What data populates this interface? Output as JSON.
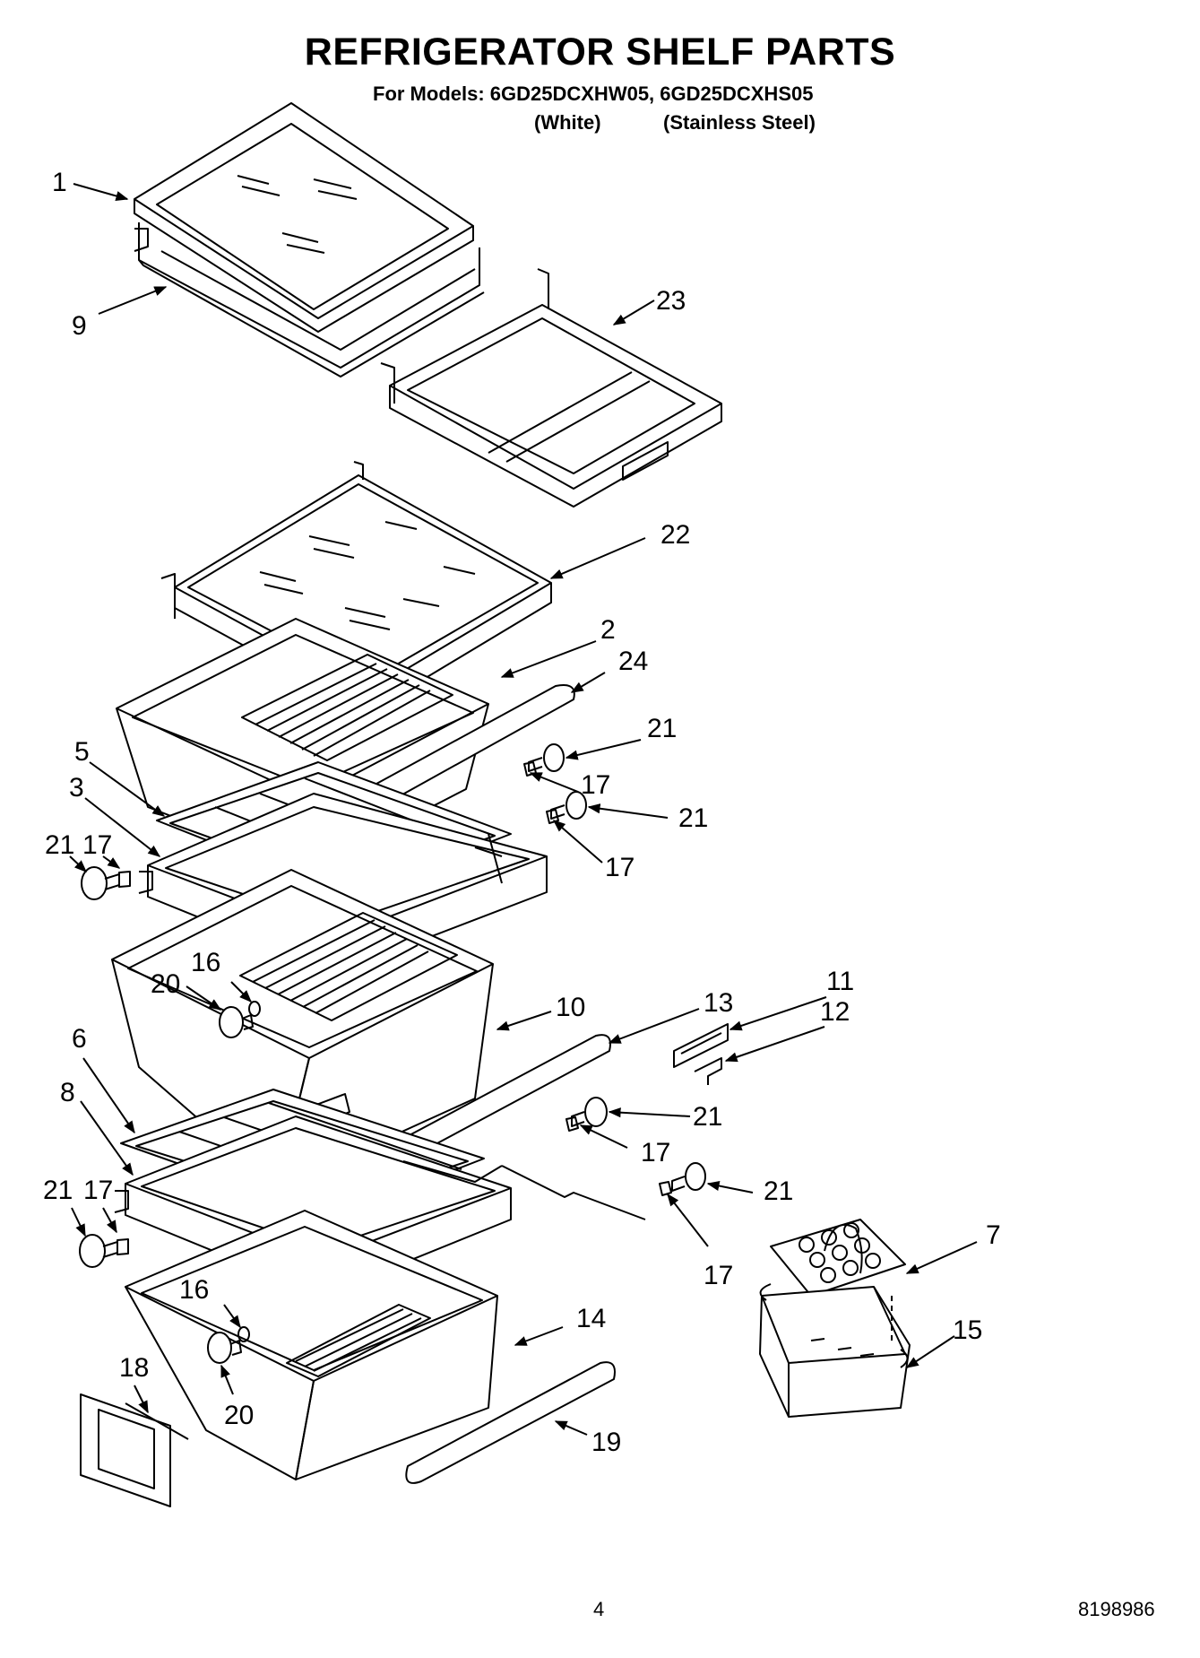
{
  "header": {
    "title": "REFRIGERATOR SHELF PARTS",
    "models_line": "For Models: 6GD25DCXHW05, 6GD25DCXHS05",
    "variant_white": "(White)",
    "variant_stainless": "(Stainless Steel)"
  },
  "callouts": {
    "c1": "1",
    "c9": "9",
    "c23": "23",
    "c22": "22",
    "c2": "2",
    "c24": "24",
    "c21a": "21",
    "c17a": "17",
    "c21b": "21",
    "c17b": "17",
    "c5": "5",
    "c3": "3",
    "c21c": "21",
    "c17c": "17",
    "c16a": "16",
    "c20a": "20",
    "c10": "10",
    "c13": "13",
    "c11": "11",
    "c12": "12",
    "c6": "6",
    "c8": "8",
    "c21d": "21",
    "c17d": "17",
    "c21e": "21",
    "c17e": "17",
    "c21f": "21",
    "c17f": "17",
    "c7": "7",
    "c15": "15",
    "c16b": "16",
    "c20b": "20",
    "c14": "14",
    "c18": "18",
    "c19": "19"
  },
  "footer": {
    "page_number": "4",
    "doc_number": "8198986"
  }
}
